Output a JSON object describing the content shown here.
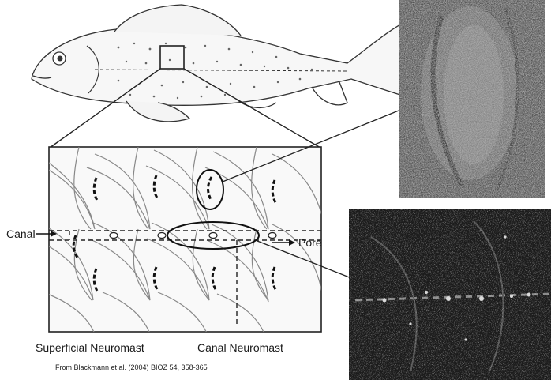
{
  "labels": {
    "canal": "Canal",
    "pore": "Pore",
    "superficial": "Superficial Neuromast",
    "canal_neuromast": "Canal Neuromast",
    "credit": "From Blackmann et al. (2004) BIOZ 54, 358-365"
  },
  "icons": [
    "fish-illustration",
    "zoom-box",
    "micrograph-superficial",
    "micrograph-canal"
  ]
}
